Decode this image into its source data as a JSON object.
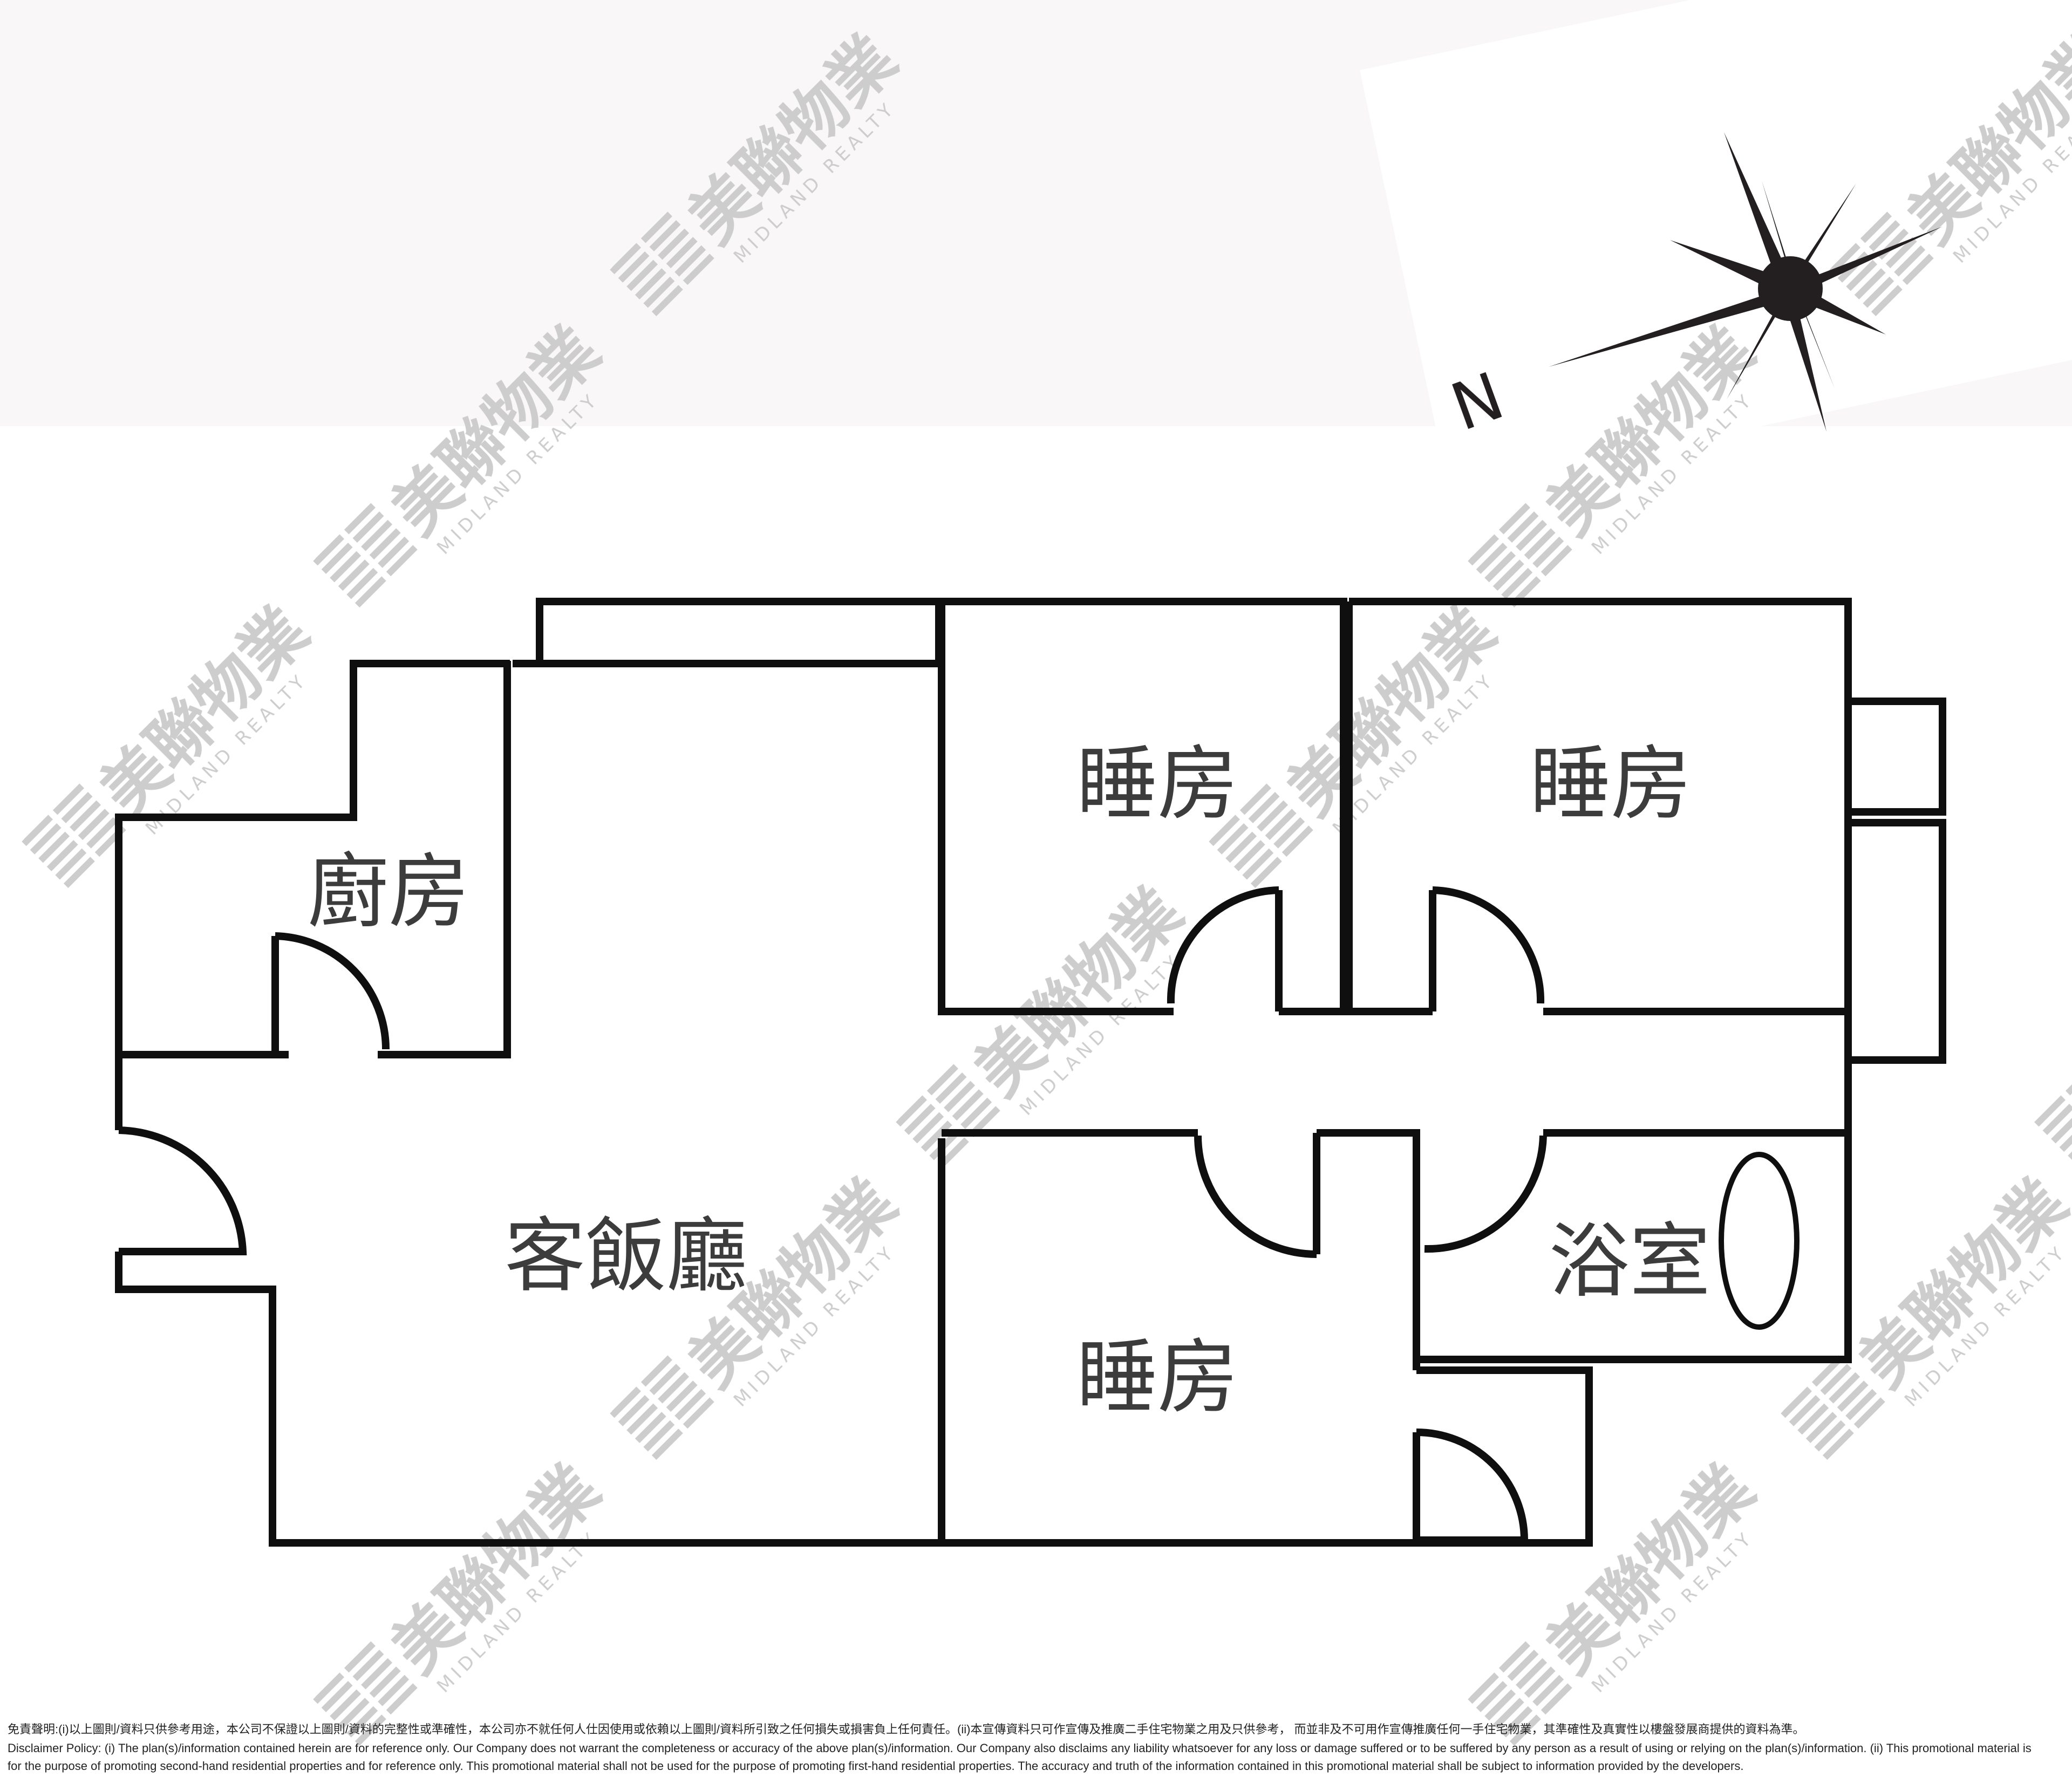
{
  "rooms": {
    "kitchen": "廚房",
    "living_dining": "客飯廳",
    "bedroom_1": "睡房",
    "bedroom_2": "睡房",
    "bedroom_3": "睡房",
    "bathroom": "浴室"
  },
  "compass": {
    "north_label": "N"
  },
  "watermark": {
    "brand": "美聯物業",
    "sub": "MIDLAND REALTY"
  },
  "disclaimer": {
    "chinese": "免責聲明:(i)以上圖則/資料只供參考用途，本公司不保證以上圖則/資料的完整性或準確性，本公司亦不就任何人仕因使用或依賴以上圖則/資料所引致之任何損失或損害負上任何責任。(ii)本宣傳資料只可作宣傳及推廣二手住宅物業之用及只供參考， 而並非及不可用作宣傳推廣任何一手住宅物業，其準確性及真實性以樓盤發展商提供的資料為準。",
    "english_1": "Disclaimer Policy: (i) The plan(s)/information contained herein are for reference only. Our Company does not warrant the completeness or accuracy of the above plan(s)/information. Our Company also disclaims any liability whatsoever for any loss or damage suffered or to be suffered by any person as a result of using or relying on the plan(s)/information. (ii) This promotional material is",
    "english_2": "for the purpose of promoting second-hand residential properties and for reference only. This promotional material shall not be used for the purpose of promoting first-hand residential properties. The accuracy and truth of the information contained in this promotional material shall be subject to information provided by the developers."
  }
}
